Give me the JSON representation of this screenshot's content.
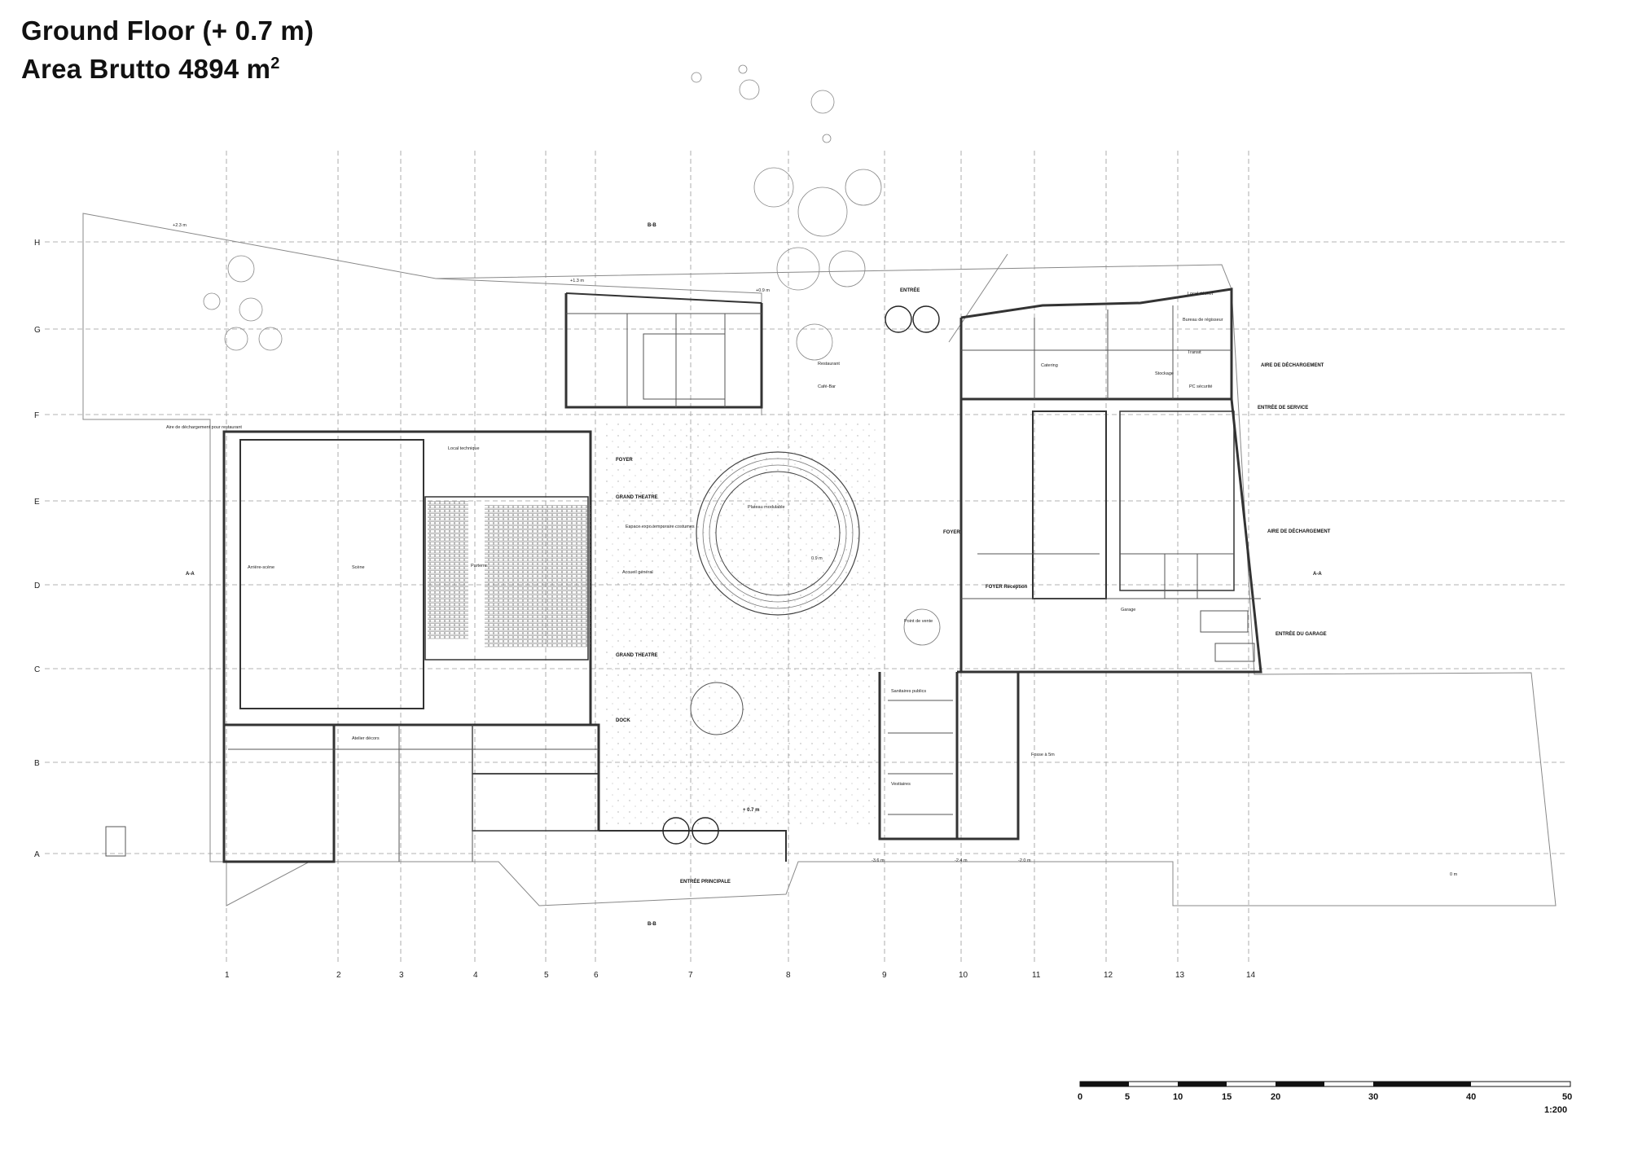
{
  "title": {
    "line1": "Ground Floor (+ 0.7 m)",
    "line2": "Area Brutto 4894 m",
    "sup": "2"
  },
  "grid": {
    "columns": [
      "1",
      "2",
      "3",
      "4",
      "5",
      "6",
      "7",
      "8",
      "9",
      "10",
      "11",
      "12",
      "13",
      "14"
    ],
    "rows": [
      "H",
      "G",
      "F",
      "E",
      "D",
      "C",
      "B",
      "A"
    ]
  },
  "markers": {
    "section_a_left": "A-A",
    "section_a_right": "A-A",
    "section_b_top": "B-B",
    "section_b_bottom": "B-B",
    "level_main": "+ 0.7 m",
    "level_court": "0.9 m",
    "level_a": "+2.3 m",
    "level_b": "+1.3 m",
    "level_c": "+0.9 m",
    "level_d": "-3.6 m",
    "level_e": "-2.4 m",
    "level_f": "-2.0 m",
    "level_g": "0 m"
  },
  "entries": {
    "entree": "ENTRÉE",
    "entree_principale": "ENTRÉE PRINCIPALE",
    "entree_service": "ENTRÉE DE SERVICE",
    "entree_garage": "ENTRÉE DU GARAGE",
    "aire_dechargement": "AIRE DE DÉCHARGEMENT",
    "aire_dechargement_2": "AIRE DE DÉCHARGEMENT",
    "aire_dechargement_left": "Aire de déchargement pour restaurant",
    "foyer_left": "FOYER",
    "foyer_right": "FOYER",
    "foyer_reception": "FOYER Reception",
    "grand_theatre": "GRAND THEATRE",
    "grand_theatre_2": "GRAND THEATRE",
    "dock": "DOCK"
  },
  "rooms": {
    "espace": "Espace expo.temporaire costumes",
    "accueil": "Accueil général",
    "plateau": "Plateau modulable",
    "scene": "Scène",
    "arriere_scene": "Arrière-scène",
    "parterre": "Parterre",
    "local_technique": "Local technique",
    "catering": "Catering",
    "stockage": "Stockage",
    "garage": "Garage",
    "atelier": "Atelier décors",
    "restaurant": "Restaurant",
    "cafe_bar": "Café-Bar",
    "sanitaires": "Sanitaires publics",
    "vestiaires": "Vestiaires",
    "point_vente": "Point de vente",
    "bureau": "Bureau de régisseur",
    "local_dechet": "Local déchet",
    "pc_securite": "PC sécurité",
    "transit": "Transit",
    "fosse": "Fosse à 5m"
  },
  "scale_bar": {
    "ticks": [
      "0",
      "5",
      "10",
      "15",
      "20",
      "30",
      "40",
      "50"
    ],
    "ratio": "1:200"
  }
}
